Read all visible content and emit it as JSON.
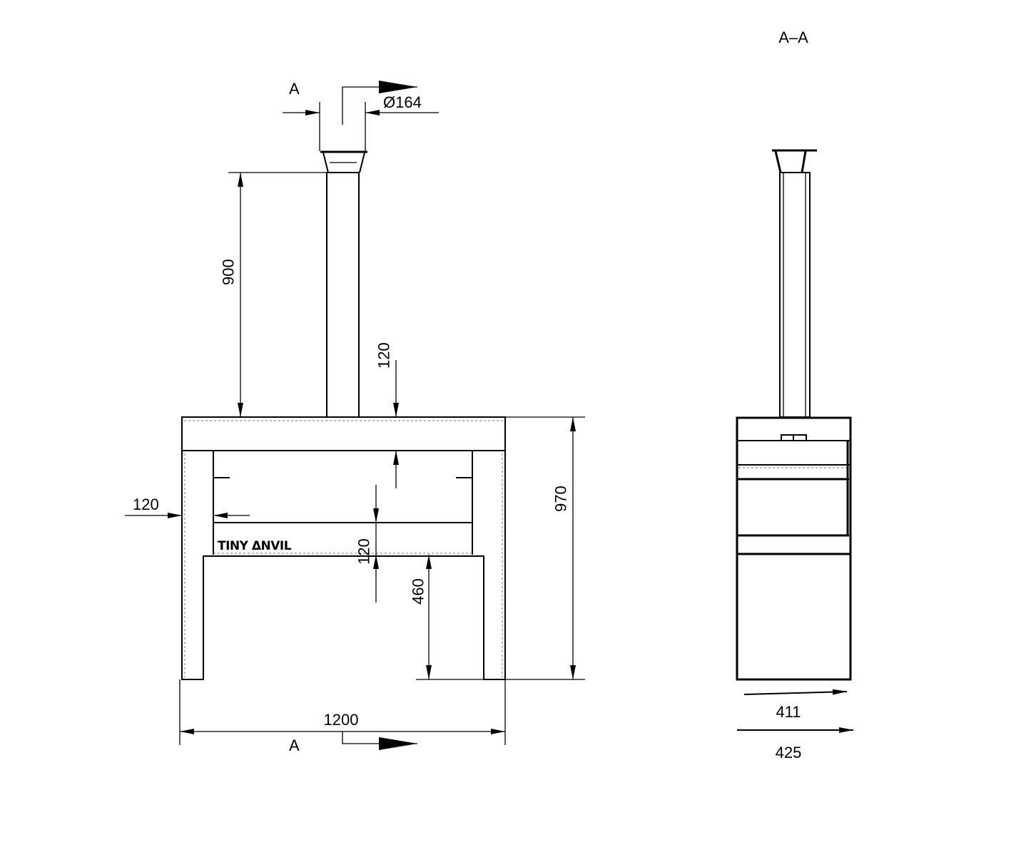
{
  "front_view": {
    "section_marker_top": "A",
    "section_marker_bottom": "A",
    "flue_diameter": "Ø164",
    "flue_height": "900",
    "top_thickness": "120",
    "leg_width": "120",
    "shelf_thickness": "120",
    "shelf_height": "460",
    "total_height": "970",
    "total_width": "1200",
    "logo_text": "TINY ΔNVIL"
  },
  "section_view": {
    "title": "A–A",
    "inner_depth": "411",
    "outer_depth": "425"
  }
}
